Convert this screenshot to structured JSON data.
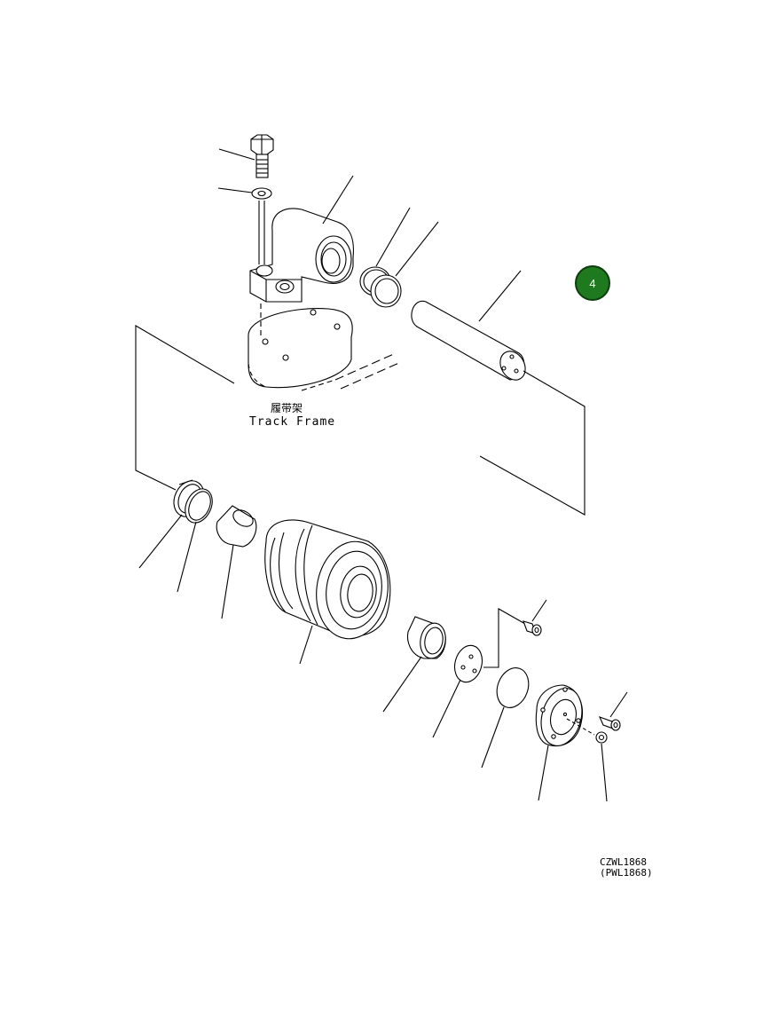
{
  "figure": {
    "frame_label_cn": "履带架",
    "frame_label_en": "Track Frame",
    "drawing_code": "CZWL1868",
    "drawing_code_alt": "(PWL1868)",
    "item_badge": "4",
    "badge_color": "#1f7a1f"
  }
}
